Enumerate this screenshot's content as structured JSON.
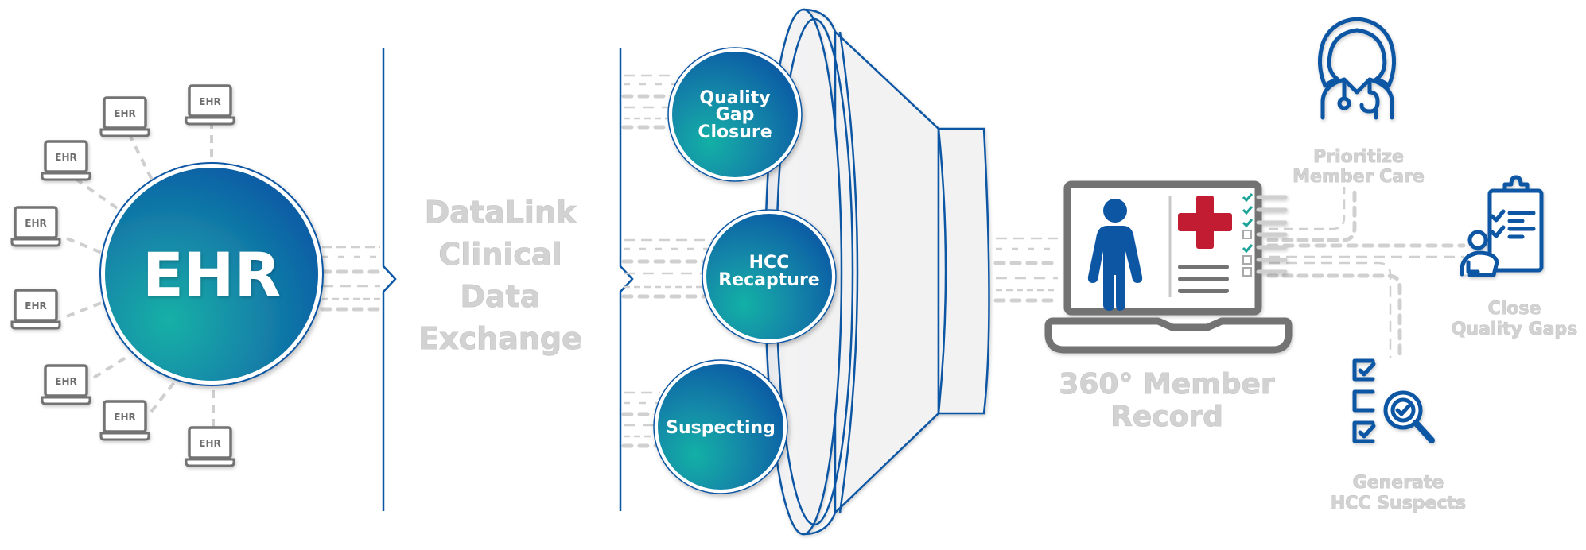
{
  "diagram": {
    "hub": {
      "label": "EHR"
    },
    "sources": [
      {
        "label": "EHR"
      },
      {
        "label": "EHR"
      },
      {
        "label": "EHR"
      },
      {
        "label": "EHR"
      },
      {
        "label": "EHR"
      },
      {
        "label": "EHR"
      },
      {
        "label": "EHR"
      },
      {
        "label": "EHR"
      }
    ],
    "exchange": {
      "lines": [
        "DataLink",
        "Clinical",
        "Data",
        "Exchange"
      ]
    },
    "programs": [
      {
        "lines": [
          "Quality",
          "Gap",
          "Closure"
        ]
      },
      {
        "lines": [
          "HCC",
          "Recapture"
        ]
      },
      {
        "lines": [
          "Suspecting"
        ]
      }
    ],
    "record": {
      "lines": [
        "360° Member",
        "Record"
      ]
    },
    "outcomes": [
      {
        "icon": "nurse-icon",
        "lines": [
          "Prioritize",
          "Member Care"
        ]
      },
      {
        "icon": "clipboard-checklist-icon",
        "lines": [
          "Close",
          "Quality Gaps"
        ]
      },
      {
        "icon": "search-checklist-icon",
        "lines": [
          "Generate",
          "HCC Suspects"
        ]
      }
    ]
  },
  "colors": {
    "brand_blue": "#0a56a4",
    "teal": "#13b0a6",
    "grey_icon": "#737373",
    "dash_grey": "#cfcfcf",
    "red_cross": "#c21f32",
    "check_teal": "#1aa39a",
    "label_grey": "#d2d2d2"
  }
}
